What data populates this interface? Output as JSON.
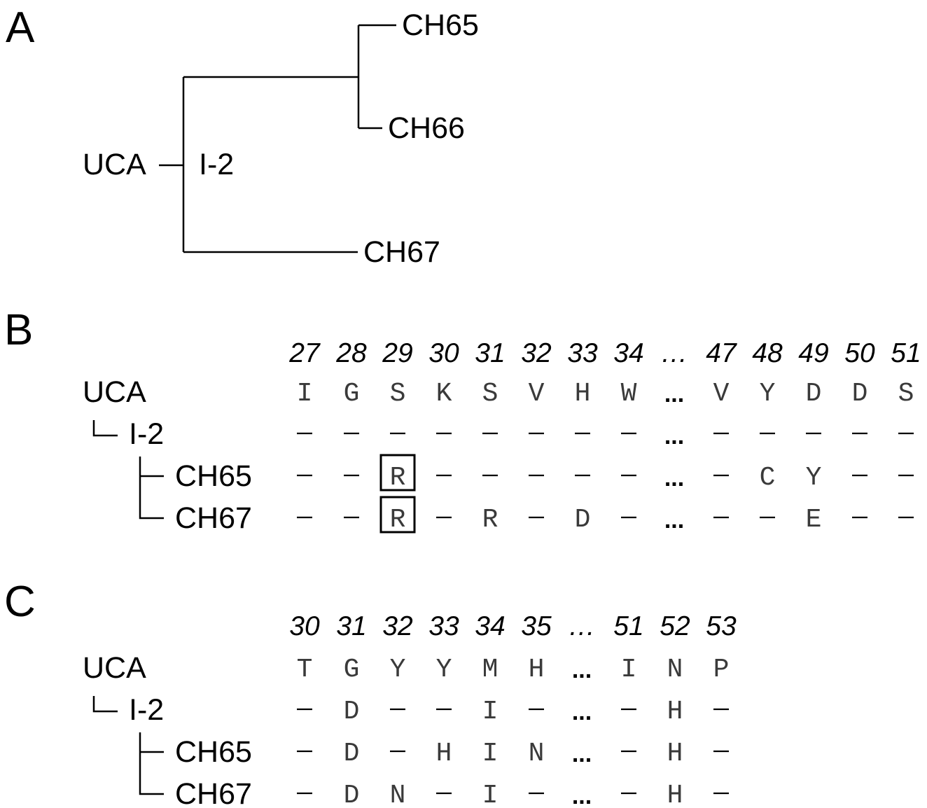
{
  "panels": {
    "A": {
      "letter": "A",
      "nodes": {
        "root": "UCA",
        "intermediate": "I-2",
        "leaf1": "CH65",
        "leaf2": "CH66",
        "leaf3": "CH67"
      }
    },
    "B": {
      "letter": "B",
      "positions": [
        "27",
        "28",
        "29",
        "30",
        "31",
        "32",
        "33",
        "34",
        "…",
        "47",
        "48",
        "49",
        "50",
        "51"
      ],
      "rows": [
        {
          "name": "UCA",
          "cells": [
            "I",
            "G",
            "S",
            "K",
            "S",
            "V",
            "H",
            "W",
            "...",
            "V",
            "Y",
            "D",
            "D",
            "S"
          ]
        },
        {
          "name": "I-2",
          "cells": [
            "-",
            "-",
            "-",
            "-",
            "-",
            "-",
            "-",
            "-",
            "...",
            "-",
            "-",
            "-",
            "-",
            "-"
          ]
        },
        {
          "name": "CH65",
          "cells": [
            "-",
            "-",
            "R",
            "-",
            "-",
            "-",
            "-",
            "-",
            "...",
            "-",
            "C",
            "Y",
            "-",
            "-"
          ]
        },
        {
          "name": "CH67",
          "cells": [
            "-",
            "-",
            "R",
            "-",
            "R",
            "-",
            "D",
            "-",
            "...",
            "-",
            "-",
            "E",
            "-",
            "-"
          ]
        }
      ],
      "boxed_cells": [
        [
          2,
          2
        ],
        [
          3,
          2
        ]
      ]
    },
    "C": {
      "letter": "C",
      "positions": [
        "30",
        "31",
        "32",
        "33",
        "34",
        "35",
        "…",
        "51",
        "52",
        "53"
      ],
      "rows": [
        {
          "name": "UCA",
          "cells": [
            "T",
            "G",
            "Y",
            "Y",
            "M",
            "H",
            "...",
            "I",
            "N",
            "P"
          ]
        },
        {
          "name": "I-2",
          "cells": [
            "-",
            "D",
            "-",
            "-",
            "I",
            "-",
            "...",
            "-",
            "H",
            "-"
          ]
        },
        {
          "name": "CH65",
          "cells": [
            "-",
            "D",
            "-",
            "H",
            "I",
            "N",
            "...",
            "-",
            "H",
            "-"
          ]
        },
        {
          "name": "CH67",
          "cells": [
            "-",
            "D",
            "N",
            "-",
            "I",
            "-",
            "...",
            "-",
            "H",
            "-"
          ]
        }
      ],
      "boxed_cells": []
    }
  }
}
